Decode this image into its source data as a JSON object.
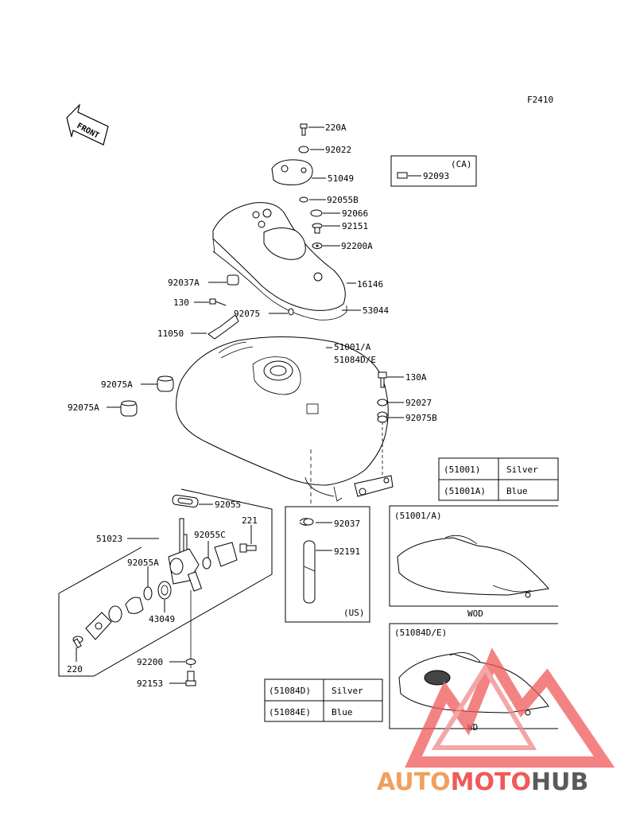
{
  "figure_code": "F2410",
  "front_label": "FRONT",
  "parts": {
    "p220A": "220A",
    "p92022": "92022",
    "p51049": "51049",
    "p92055B": "92055B",
    "p92066": "92066",
    "p92151": "92151",
    "p92200A": "92200A",
    "p16146": "16146",
    "p53044": "53044",
    "p92037A": "92037A",
    "p130": "130",
    "p92075": "92075",
    "p11050": "11050",
    "p51001A": "51001/A",
    "p51084DE": "51084D/E",
    "p130A": "130A",
    "p92075A_1": "92075A",
    "p92075A_2": "92075A",
    "p92027": "92027",
    "p92075B": "92075B",
    "p51023": "51023",
    "p92055": "92055",
    "p92055C": "92055C",
    "p221": "221",
    "p92055A": "92055A",
    "p43049": "43049",
    "p220": "220",
    "p92200": "92200",
    "p92153": "92153",
    "p92037": "92037",
    "p92191": "92191"
  },
  "ca_box": {
    "label": "(CA)",
    "part": "92093"
  },
  "us_label": "(US)",
  "color_table_1": {
    "rows": [
      {
        "code": "(51001)",
        "color": "Silver"
      },
      {
        "code": "(51001A)",
        "color": "Blue"
      }
    ]
  },
  "color_table_2": {
    "rows": [
      {
        "code": "(51084D)",
        "color": "Silver"
      },
      {
        "code": "(51084E)",
        "color": "Blue"
      }
    ]
  },
  "inset_1": {
    "title": "(51001/A)",
    "caption": "WOD"
  },
  "inset_2": {
    "title": "(51084D/E)",
    "caption": "WD"
  },
  "watermark": {
    "part1": "AUTO",
    "part2": "MOTO",
    "part3": "HUB"
  }
}
